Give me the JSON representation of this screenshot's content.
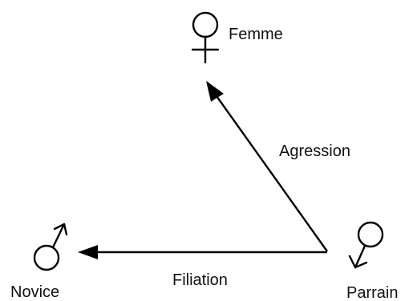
{
  "nodes": {
    "femme": {
      "label": "Femme",
      "symbol": "female-symbol-icon"
    },
    "novice": {
      "label": "Novice",
      "symbol": "male-symbol-icon"
    },
    "parrain": {
      "label": "Parrain",
      "symbol": "inverted-male-symbol-icon"
    }
  },
  "edges": {
    "agression": {
      "label": "Agression",
      "from": "Parrain",
      "to": "Femme"
    },
    "filiation": {
      "label": "Filiation",
      "from": "Parrain",
      "to": "Novice"
    }
  },
  "colors": {
    "stroke": "#000000",
    "text": "#111111",
    "background": "#ffffff"
  }
}
